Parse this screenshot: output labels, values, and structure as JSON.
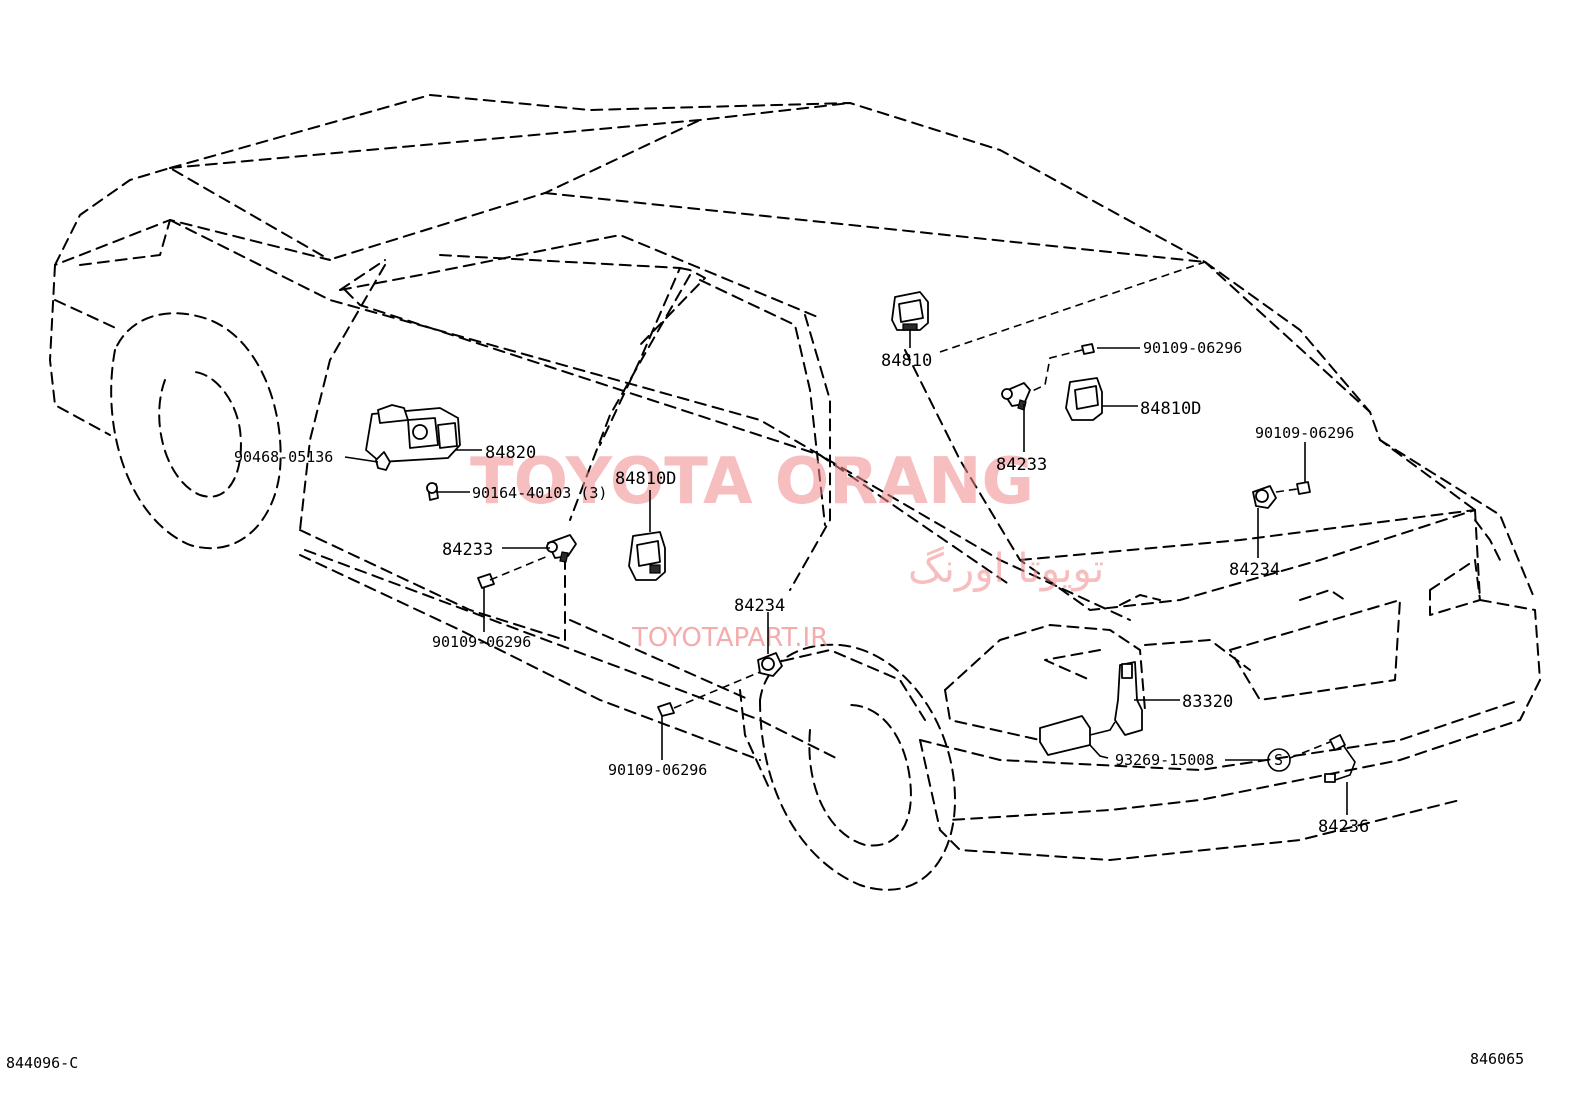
{
  "watermark": {
    "brand": "TOYOTA ORANG",
    "persian": "تویوتا اورنگ",
    "url": "TOYOTAPART.IR"
  },
  "codes": {
    "left": "844096-C",
    "right": "846065"
  },
  "callouts": {
    "p84810_top": "84810",
    "p90109_top": "90109-06296",
    "p84233_top": "84233",
    "p84810D_right": "84810D",
    "p90109_right": "90109-06296",
    "p84234_right": "84234",
    "p90468": "90468-05136",
    "p84820": "84820",
    "p90164": "90164-40103 (3)",
    "p84810D_mid": "84810D",
    "p84233_left": "84233",
    "p90109_left": "90109-06296",
    "p84234_mid": "84234",
    "p90109_bottom": "90109-06296",
    "p83320": "83320",
    "p93269": "93269-15008",
    "s_mark": "S",
    "p84236": "84236"
  }
}
